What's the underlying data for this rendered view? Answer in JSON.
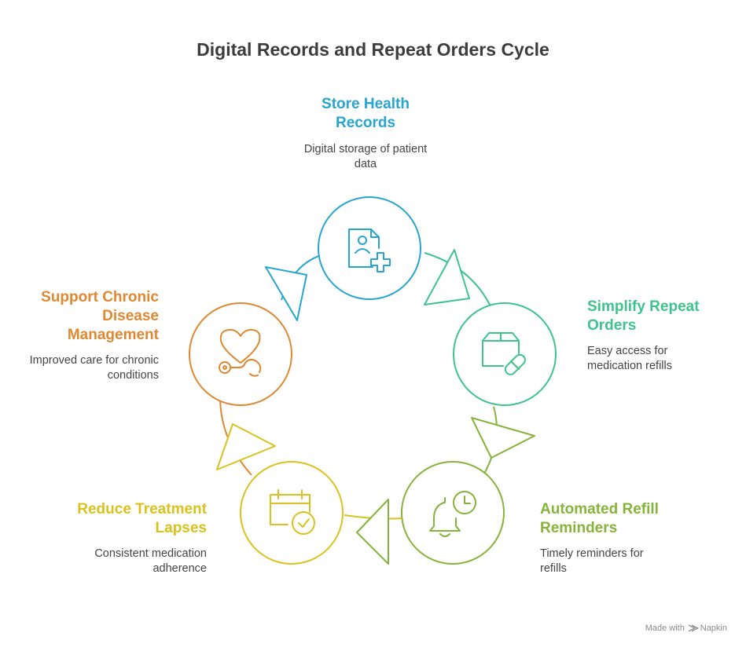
{
  "title": "Digital Records and Repeat Orders Cycle",
  "colors": {
    "blue": "#27a4cf",
    "green": "#3ec28e",
    "lime": "#86b43a",
    "yellow": "#d9c21e",
    "orange": "#de8832"
  },
  "steps": [
    {
      "line1": "Store Health",
      "line2": "Records",
      "desc1": "Digital storage of patient",
      "desc2": "data",
      "icon": "health-record-icon"
    },
    {
      "line1": "Simplify Repeat",
      "line2": "Orders",
      "desc1": "Easy access for",
      "desc2": "medication refills",
      "icon": "medicine-box-icon"
    },
    {
      "line1": "Automated Refill",
      "line2": "Reminders",
      "desc1": "Timely reminders for",
      "desc2": "refills",
      "icon": "bell-clock-icon"
    },
    {
      "line1": "Reduce Treatment",
      "line2": "Lapses",
      "desc1": "Consistent medication",
      "desc2": "adherence",
      "icon": "calendar-check-icon"
    },
    {
      "line1": "Support Chronic",
      "line2": "Disease",
      "line3": "Management",
      "desc1": "Improved care for chronic",
      "desc2": "conditions",
      "icon": "heart-stethoscope-icon"
    }
  ],
  "footer": {
    "made_with": "Made with",
    "brand": "Napkin"
  }
}
